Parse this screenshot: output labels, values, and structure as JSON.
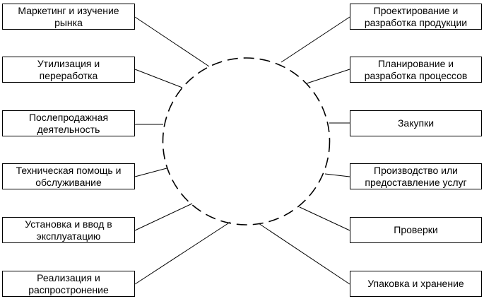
{
  "diagram": {
    "left_boxes": [
      {
        "label": "Маркетинг и изучение\nрынка"
      },
      {
        "label": "Утилизация и\nпереработка"
      },
      {
        "label": "Послепродажная\nдеятельность"
      },
      {
        "label": "Техническая помощь и\nобслуживание"
      },
      {
        "label": "Установка и ввод в\nэксплуатацию"
      },
      {
        "label": "Реализация и\nраспростронение"
      }
    ],
    "right_boxes": [
      {
        "label": "Проектирование и\nразработка продукции"
      },
      {
        "label": "Планирование и\nразработка процессов"
      },
      {
        "label": "Закупки"
      },
      {
        "label": "Производство или\nпредоставление услуг"
      },
      {
        "label": "Проверки"
      },
      {
        "label": "Упаковка и хранение"
      }
    ],
    "colors": {
      "stroke": "#000000",
      "background": "#ffffff"
    }
  }
}
